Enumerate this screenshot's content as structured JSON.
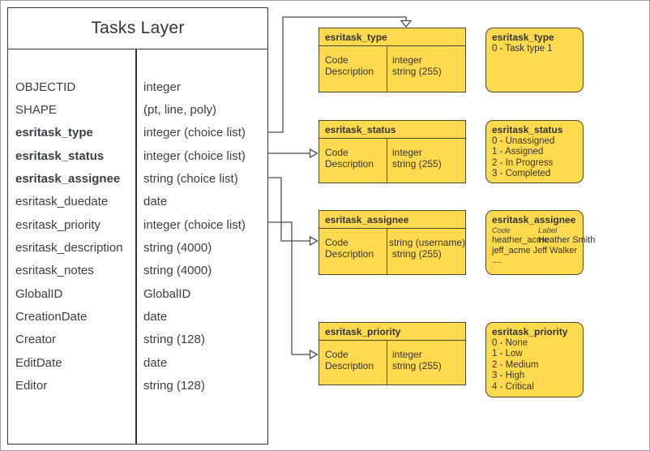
{
  "tasks_layer": {
    "title": "Tasks Layer",
    "fields": [
      {
        "name": "OBJECTID",
        "type": "integer",
        "bold": false
      },
      {
        "name": "SHAPE",
        "type": "(pt, line, poly)",
        "bold": false
      },
      {
        "name": "esritask_type",
        "type": "integer (choice list)",
        "bold": true
      },
      {
        "name": "esritask_status",
        "type": "integer (choice list)",
        "bold": true
      },
      {
        "name": "esritask_assignee",
        "type": "string (choice list)",
        "bold": true
      },
      {
        "name": "esritask_duedate",
        "type": "date",
        "bold": false
      },
      {
        "name": "esritask_priority",
        "type": "integer (choice list)",
        "bold": false
      },
      {
        "name": "esritask_description",
        "type": "string (4000)",
        "bold": false
      },
      {
        "name": "esritask_notes",
        "type": "string (4000)",
        "bold": false
      },
      {
        "name": "GlobalID",
        "type": "GlobalID",
        "bold": false
      },
      {
        "name": "CreationDate",
        "type": "date",
        "bold": false
      },
      {
        "name": "Creator",
        "type": "string (128)",
        "bold": false
      },
      {
        "name": "EditDate",
        "type": "date",
        "bold": false
      },
      {
        "name": "Editor",
        "type": "string (128)",
        "bold": false
      }
    ]
  },
  "field_tables": [
    {
      "title": "esritask_type",
      "rows": [
        [
          "Code",
          "integer"
        ],
        [
          "Description",
          "string (255)"
        ]
      ]
    },
    {
      "title": "esritask_status",
      "rows": [
        [
          "Code",
          "integer"
        ],
        [
          "Description",
          "string (255)"
        ]
      ]
    },
    {
      "title": "esritask_assignee",
      "rows": [
        [
          "Code",
          "string  (username)"
        ],
        [
          "Description",
          "string (255)"
        ]
      ]
    },
    {
      "title": "esritask_priority",
      "rows": [
        [
          "Code",
          "integer"
        ],
        [
          "Description",
          "string (255)"
        ]
      ]
    }
  ],
  "domain_lists": [
    {
      "title": "esritask_type",
      "lines": [
        "0 - Task type 1"
      ]
    },
    {
      "title": "esritask_status",
      "lines": [
        "0 - Unassigned",
        "1 - Assigned",
        "2 - In Progress",
        "3 - Completed"
      ]
    },
    {
      "title": "esritask_assignee",
      "col_headers": [
        "Code",
        "Label"
      ],
      "table_rows": [
        [
          "heather_acme",
          "Heather Smith"
        ],
        [
          "jeff_acme",
          "Jeff Walker"
        ]
      ],
      "more": "...."
    },
    {
      "title": "esritask_priority",
      "lines": [
        "0 - None",
        "1 - Low",
        "2 - Medium",
        "3 - High",
        "4 - Critical"
      ]
    }
  ],
  "connectors": [
    {
      "from": "esritask_type field",
      "to": "esritask_type table"
    },
    {
      "from": "esritask_status field",
      "to": "esritask_status table"
    },
    {
      "from": "esritask_assignee field",
      "to": "esritask_assignee table"
    },
    {
      "from": "esritask_priority field",
      "to": "esritask_priority table"
    }
  ],
  "colors": {
    "domain_fill": "#FFD94E",
    "domain_border": "#4a4a33",
    "text": "#333333",
    "connector": "#4d4d4d"
  }
}
